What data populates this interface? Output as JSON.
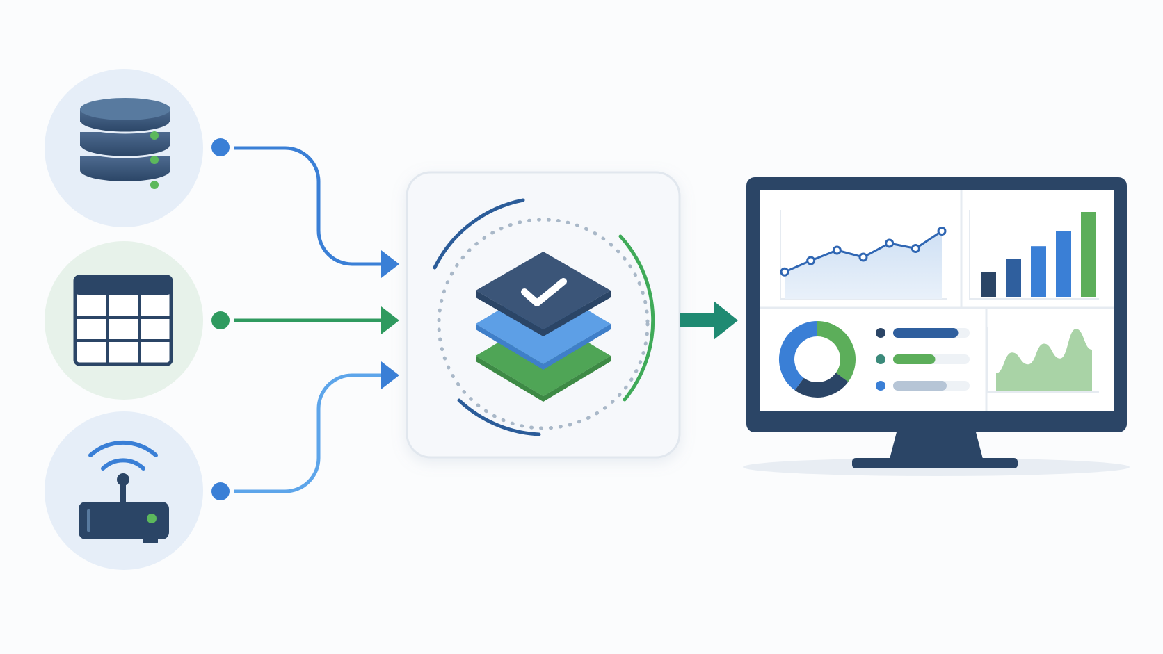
{
  "colors": {
    "navy": "#2b4566",
    "blue": "#3a7fd6",
    "light_blue": "#5da5ea",
    "green": "#2f9a5f",
    "light_green": "#66b25f",
    "teal_arrow": "#1f8a72",
    "circle_blue_bg": "#e6eef8",
    "circle_green_bg": "#e7f2ea",
    "panel_bg": "#f6f8fb",
    "screen_bg": "#ffffff"
  },
  "sources": [
    {
      "id": "database",
      "icon": "database-icon",
      "connector": "blue"
    },
    {
      "id": "spreadsheet",
      "icon": "table-grid-icon",
      "connector": "green"
    },
    {
      "id": "iot-device",
      "icon": "wifi-router-icon",
      "connector": "light-blue"
    }
  ],
  "processor": {
    "icon": "validated-layers-icon"
  },
  "output": {
    "icon": "dashboard-monitor-icon"
  },
  "dashboard": {
    "line_chart": {
      "values": [
        0.15,
        0.28,
        0.4,
        0.32,
        0.48,
        0.42,
        0.62
      ]
    },
    "bar_chart": {
      "values": [
        0.3,
        0.45,
        0.6,
        0.78,
        1.0
      ]
    },
    "donut": {
      "segments": [
        0.35,
        0.25,
        0.4
      ]
    },
    "list_bars": [
      0.85,
      0.55,
      0.7
    ],
    "area_chart": {
      "values": [
        0.2,
        0.55,
        0.35,
        0.7,
        0.45,
        0.95,
        0.6
      ]
    }
  }
}
